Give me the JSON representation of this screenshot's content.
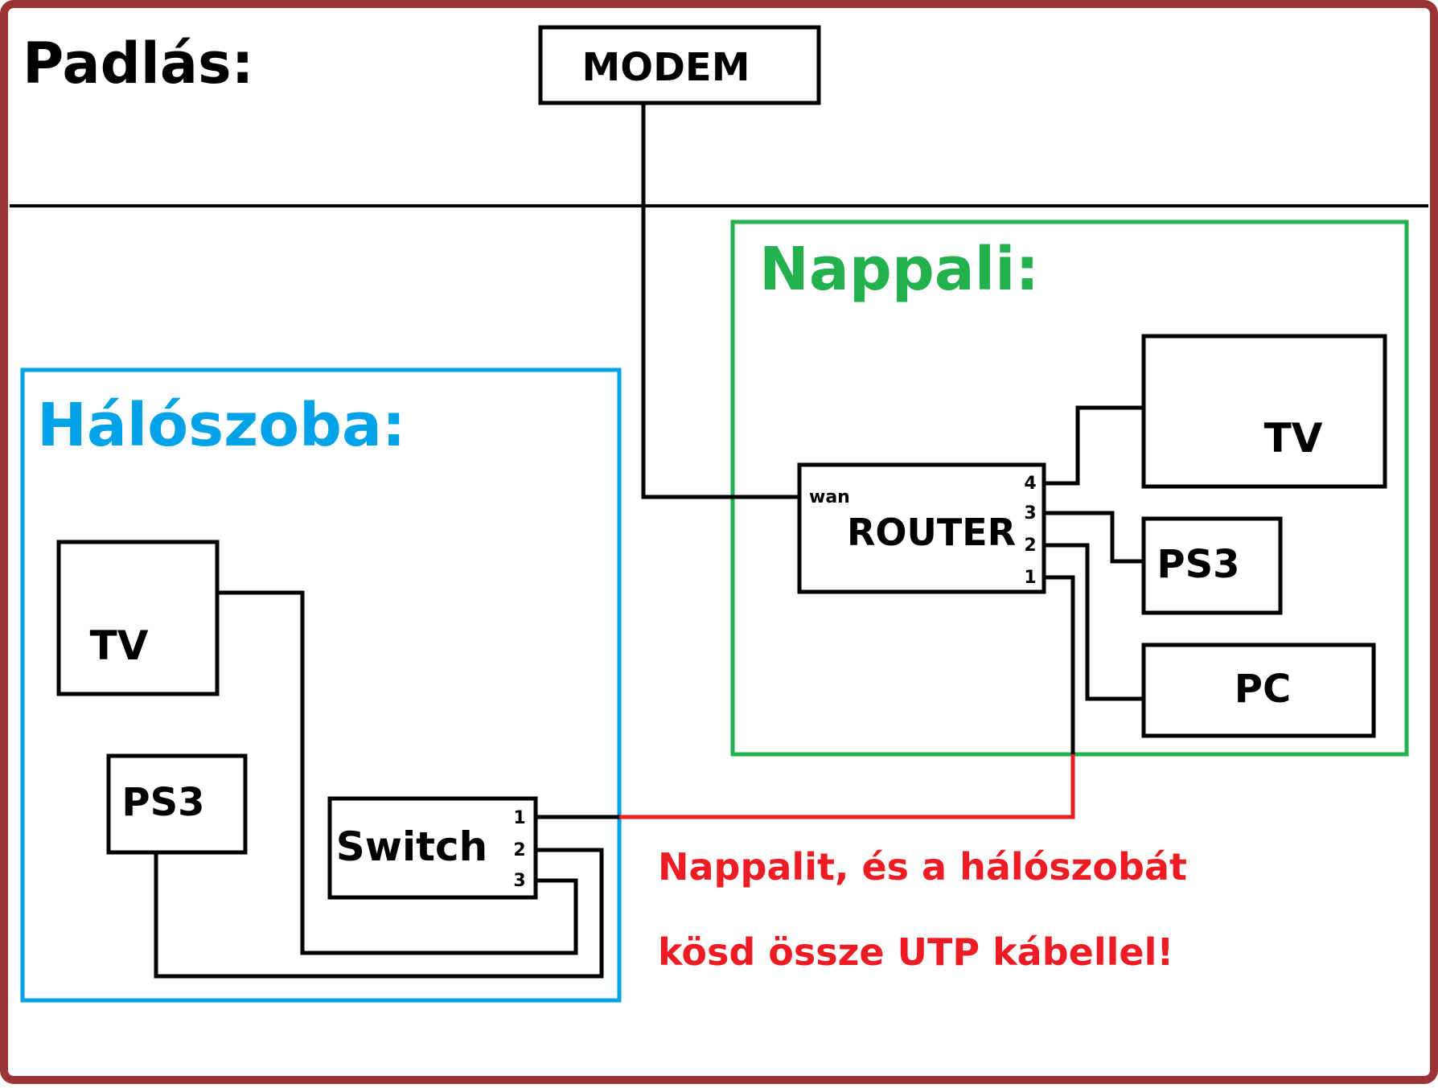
{
  "colors": {
    "frame": "#9b3535",
    "black": "#000000",
    "living_room": "#22b14c",
    "bedroom": "#00a2e8",
    "utp_cable": "#ed1c24"
  },
  "attic": {
    "title": "Padlás:"
  },
  "living_room": {
    "title": "Nappali:"
  },
  "bedroom": {
    "title": "Hálószoba:"
  },
  "devices": {
    "modem": "MODEM",
    "router": "ROUTER",
    "router_wan": "wan",
    "router_ports": [
      "4",
      "3",
      "2",
      "1"
    ],
    "living_tv": "TV",
    "living_ps3": "PS3",
    "living_pc": "PC",
    "bedroom_tv": "TV",
    "bedroom_ps3": "PS3",
    "switch": "Switch",
    "switch_ports": [
      "1",
      "2",
      "3"
    ]
  },
  "note": {
    "line1": "Nappalit, és a hálószobát",
    "line2": "kösd össze UTP kábellel!"
  }
}
